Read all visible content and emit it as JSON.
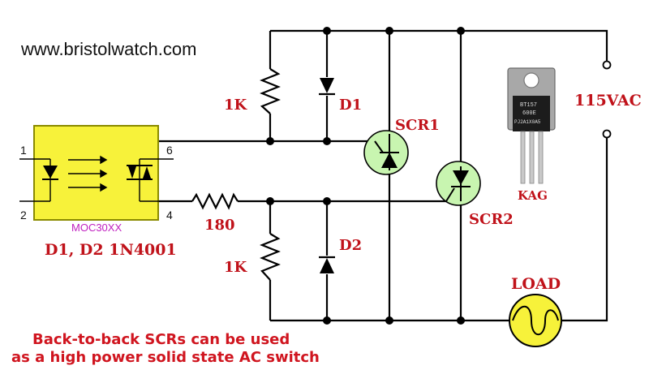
{
  "website": "www.bristolwatch.com",
  "optocoupler": {
    "part": "MOC30XX",
    "pins": {
      "p1": "1",
      "p2": "2",
      "p6": "6",
      "p4": "4"
    },
    "fill_color": "#f7f23a",
    "border_color": "#8a8a00"
  },
  "components": {
    "r_top": "1K",
    "r_bottom": "1K",
    "r_gate": "180",
    "d1": "D1",
    "d2": "D2",
    "scr1": "SCR1",
    "scr2": "SCR2",
    "supply": "115VAC",
    "load": "LOAD",
    "package_pins": "KAG",
    "diode_note": "D1, D2 1N4001"
  },
  "package_marking": {
    "line1": "BT157",
    "line2": "600E",
    "line3": "PJ2A1X0A5"
  },
  "caption": {
    "line1": "Back-to-back SCRs can be used",
    "line2": "as a high power solid state AC switch"
  },
  "colors": {
    "label_red": "#c0121a",
    "scr_fill": "#c8f5b0",
    "load_fill": "#f7f23a",
    "wire": "#000000"
  }
}
